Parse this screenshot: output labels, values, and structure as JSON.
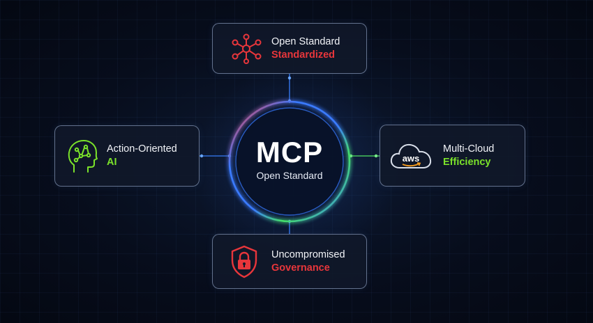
{
  "hub": {
    "title": "MCP",
    "subtitle": "Open Standard"
  },
  "nodes": {
    "top": {
      "title": "Open Standard",
      "subtitle": "Standardized",
      "icon": "network-nodes-icon",
      "accent": "#e8363b"
    },
    "left": {
      "title": "Action-Oriented",
      "subtitle": "AI",
      "icon": "ai-head-icon",
      "accent": "#7be22a"
    },
    "right": {
      "title": "Multi-Cloud",
      "subtitle": "Efficiency",
      "icon": "aws-cloud-icon",
      "accent": "#7be22a"
    },
    "bottom": {
      "title": "Uncompromised",
      "subtitle": "Governance",
      "icon": "shield-lock-icon",
      "accent": "#e8363b"
    }
  },
  "icon_text": {
    "aws": "aws"
  },
  "colors": {
    "ring_blue": "#3b7bff",
    "ring_red": "#ff3b3b",
    "ring_green": "#45e06a",
    "connector": "#2f6bd6"
  }
}
